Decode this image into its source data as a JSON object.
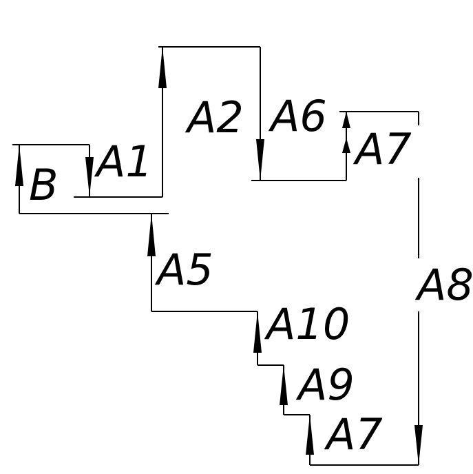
{
  "labels": {
    "b": "B",
    "a1": "A1",
    "a2": "A2",
    "a6": "A6",
    "a7_top": "A7",
    "a5": "A5",
    "a8": "A8",
    "a10": "A10",
    "a9": "A9",
    "a7_bottom": "A7"
  },
  "colors": {
    "line": "#000000",
    "background": "#ffffff"
  }
}
